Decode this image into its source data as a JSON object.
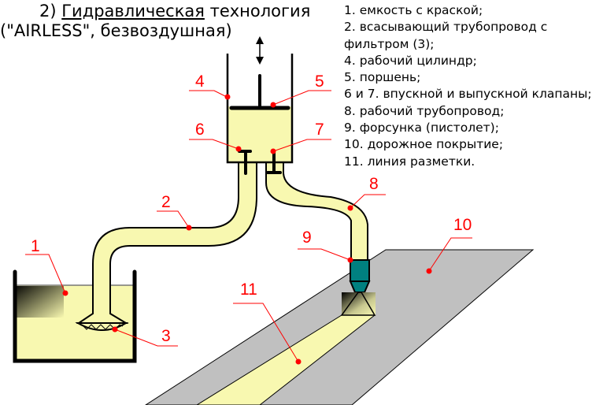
{
  "title": {
    "prefix": "2) ",
    "underlined": "Гидравлическая",
    "suffix": " технология",
    "line2": "(\"AIRLESS\", безвоздушная)"
  },
  "legend": {
    "items": [
      "1. емкость с краской;",
      "2. всасывающий трубопровод с",
      "фильтром (3);",
      "4. рабочий цилиндр;",
      "5. поршень;",
      "6 и 7. впускной и выпускной клапаны;",
      "8. рабочий трубопровод;",
      "9. форсунка (пистолет);",
      "10. дорожное покрытие;",
      "11. линия разметки."
    ]
  },
  "callouts": {
    "1": "1",
    "2": "2",
    "3": "3",
    "4": "4",
    "5": "5",
    "6": "6",
    "7": "7",
    "8": "8",
    "9": "9",
    "10": "10",
    "11": "11"
  },
  "colors": {
    "paint": "#f8f8b0",
    "road": "#c0c0c0",
    "nozzle": "#008080",
    "callout": "#ff0000",
    "outline": "#000000"
  },
  "icons": {
    "piston_motion": "double-arrow-vertical"
  }
}
